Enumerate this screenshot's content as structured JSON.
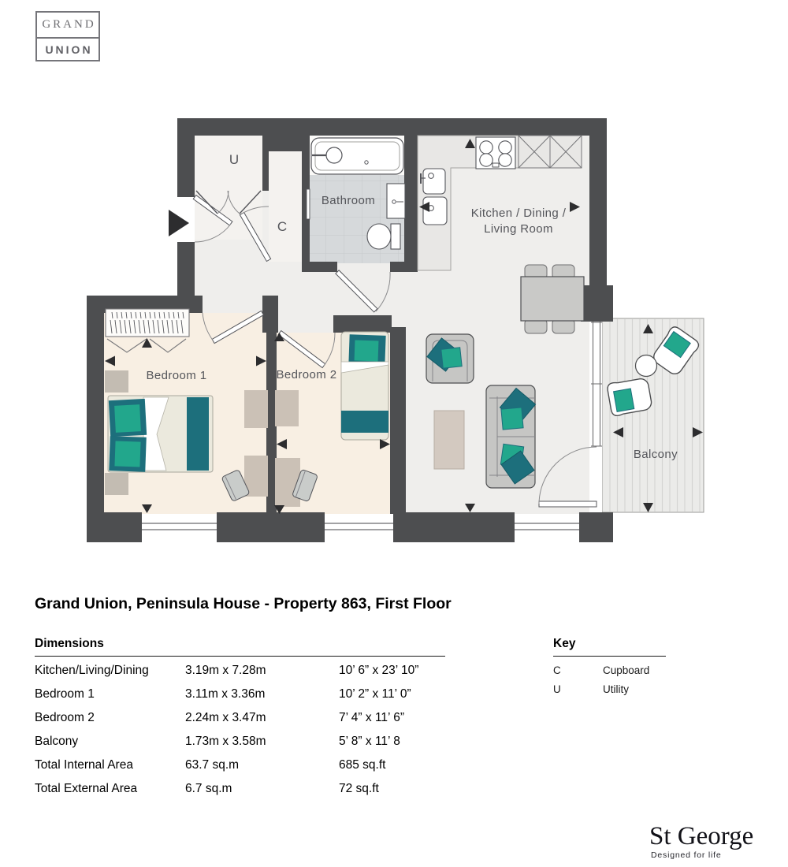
{
  "logo": {
    "line1": "GRAND",
    "line2": "UNION"
  },
  "floorplan": {
    "rooms": {
      "utility": "U",
      "cupboard": "C",
      "bathroom": "Bathroom",
      "kitchen_line1": "Kitchen / Dining /",
      "kitchen_line2": "Living Room",
      "bedroom1": "Bedroom 1",
      "bedroom2": "Bedroom 2",
      "balcony": "Balcony"
    },
    "colors": {
      "wall": "#4d4e50",
      "teal_dark": "#1d6f7c",
      "teal_green": "#22a78c",
      "bedroom_floor": "#f8efe3",
      "living_floor": "#efeeec",
      "bathroom_tile": "#d6d9db"
    }
  },
  "title": "Grand Union, Peninsula House - Property 863, First Floor",
  "dimensions": {
    "heading": "Dimensions",
    "rows": [
      {
        "name": "Kitchen/Living/Dining",
        "metric": "3.19m x 7.28m",
        "imperial": "10’ 6” x 23’ 10”"
      },
      {
        "name": "Bedroom 1",
        "metric": "3.11m x 3.36m",
        "imperial": "10’ 2” x 11’ 0”"
      },
      {
        "name": "Bedroom 2",
        "metric": "2.24m x 3.47m",
        "imperial": "7’ 4” x 11’ 6”"
      },
      {
        "name": "Balcony",
        "metric": "1.73m x 3.58m",
        "imperial": "5’ 8” x 11’ 8"
      },
      {
        "name": "Total Internal Area",
        "metric": "63.7 sq.m",
        "imperial": "685 sq.ft"
      },
      {
        "name": "Total External Area",
        "metric": "6.7 sq.m",
        "imperial": "72 sq.ft"
      }
    ]
  },
  "key": {
    "heading": "Key",
    "rows": [
      {
        "symbol": "C",
        "label": "Cupboard"
      },
      {
        "symbol": "U",
        "label": "Utility"
      }
    ]
  },
  "developer": {
    "name": "St George",
    "tagline": "Designed for life"
  }
}
